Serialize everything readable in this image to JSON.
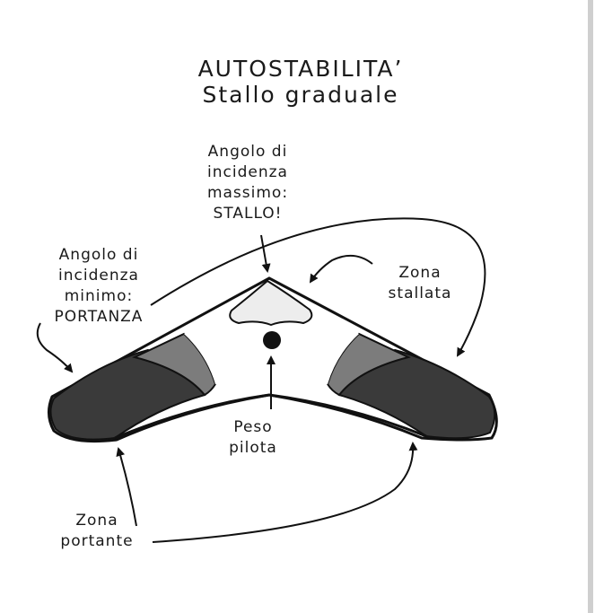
{
  "title": {
    "line1": "AUTOSTABILITA’",
    "line2": "Stallo graduale"
  },
  "labels": {
    "max_angle": [
      "Angolo di",
      "incidenza",
      "massimo:",
      "STALLO!"
    ],
    "min_angle": [
      "Angolo di",
      "incidenza",
      "minimo:",
      "PORTANZA"
    ],
    "stalled_zone": [
      "Zona",
      "stallata"
    ],
    "pilot_weight": [
      "Peso",
      "pilota"
    ],
    "lift_zone": [
      "Zona",
      "portante"
    ]
  },
  "colors": {
    "wing_dark": "#3a3a3a",
    "wing_mid": "#7c7c7c",
    "stall_fill": "#ededed",
    "line": "#111111",
    "background": "#ffffff"
  }
}
